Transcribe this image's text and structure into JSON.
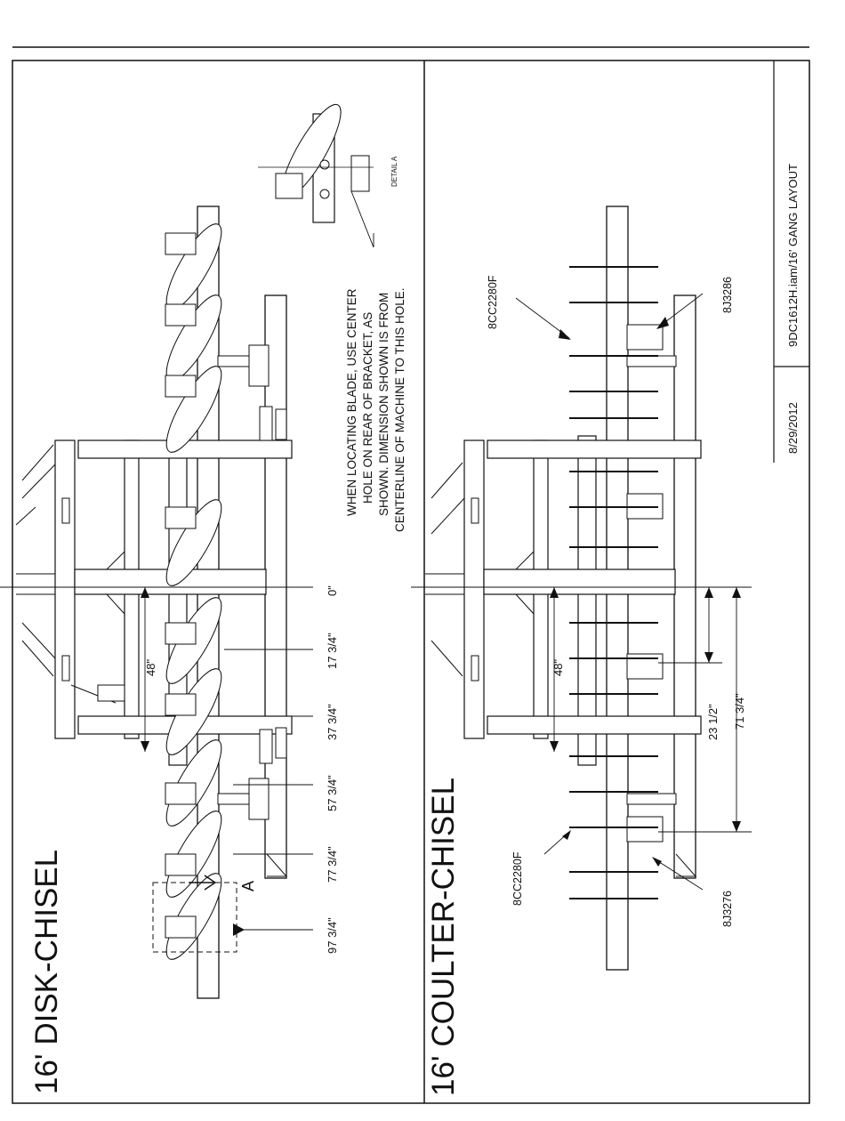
{
  "drawing": {
    "file_name": "9DC1612H.iam/16' GANG LAYOUT",
    "date": "8/29/2012"
  },
  "disk_chisel": {
    "title": "16' DISK-CHISEL",
    "note_lines": [
      "WHEN LOCATING BLADE, USE CENTER",
      "HOLE ON REAR OF BRACKET, AS",
      "SHOWN. DIMENSION SHOWN IS FROM",
      "CENTERLINE OF MACHINE TO THIS HOLE."
    ],
    "detail_label": "DETAIL A",
    "section_letter": "A",
    "spacing_dim": "48\"",
    "dimensions": [
      "0\"",
      "17 3/4\"",
      "37 3/4\"",
      "57 3/4\"",
      "77 3/4\"",
      "97 3/4\""
    ]
  },
  "coulter_chisel": {
    "title": "16' COULTER-CHISEL",
    "spacing_dim": "48\"",
    "dim_inner": "23 1/2\"",
    "dim_outer": "71 3/4\"",
    "part_labels": [
      "8CC2280F",
      "8J3286",
      "8CC2280F",
      "8J3276"
    ]
  }
}
